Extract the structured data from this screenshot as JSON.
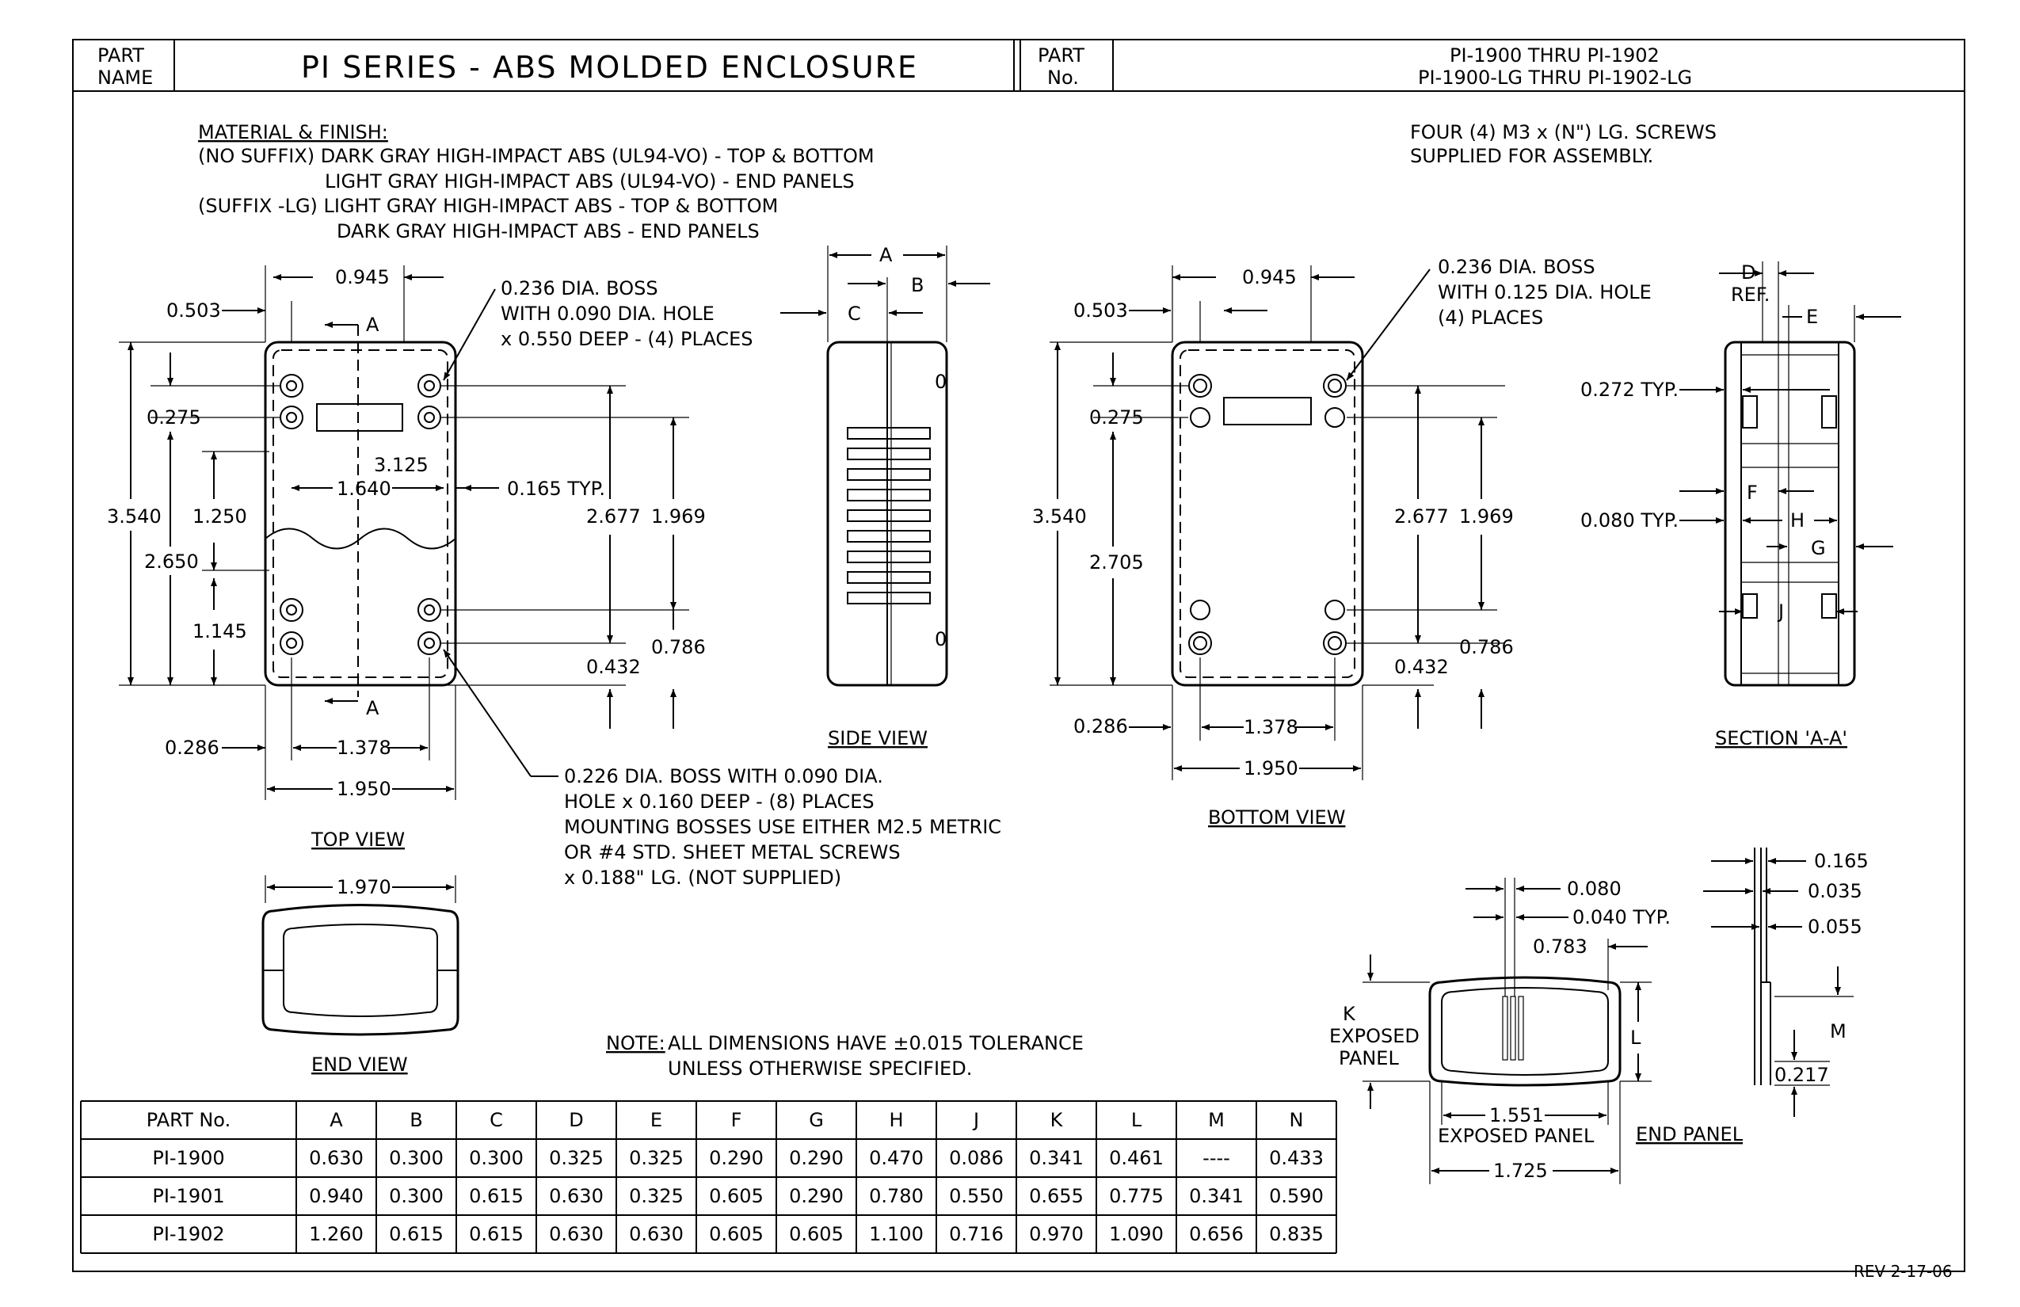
{
  "title_block": {
    "part_name_label": "PART NAME",
    "part_name": "PI SERIES - ABS MOLDED ENCLOSURE",
    "part_no_label": "PART No.",
    "part_no_line1": "PI-1900  THRU  PI-1902",
    "part_no_line2": "PI-1900-LG  THRU  PI-1902-LG"
  },
  "material": {
    "heading": "MATERIAL & FINISH:",
    "line1": "(NO SUFFIX) DARK GRAY HIGH-IMPACT ABS (UL94-VO) - TOP & BOTTOM",
    "line2": "LIGHT GRAY HIGH-IMPACT ABS (UL94-VO) - END PANELS",
    "line3": "(SUFFIX -LG) LIGHT GRAY HIGH-IMPACT ABS - TOP & BOTTOM",
    "line4": "DARK GRAY HIGH-IMPACT ABS - END PANELS"
  },
  "screws_note": {
    "line1": "FOUR (4) M3 x (N\") LG. SCREWS",
    "line2": "SUPPLIED FOR ASSEMBLY."
  },
  "top_view": {
    "caption": "TOP VIEW",
    "callout_boss_1": "0.236 DIA. BOSS",
    "callout_boss_2": "WITH 0.090 DIA. HOLE",
    "callout_boss_3": "x 0.550 DEEP - (4) PLACES",
    "dims": {
      "d0945": "0.945",
      "d0503": "0.503",
      "d0275": "0.275",
      "d3540": "3.540",
      "d1250": "1.250",
      "d2650": "2.650",
      "d1145": "1.145",
      "d3125": "3.125",
      "d1640": "1.640",
      "d0165": "0.165 TYP.",
      "d2677": "2.677",
      "d1969": "1.969",
      "d0786": "0.786",
      "d0432": "0.432",
      "d0286": "0.286",
      "d1378": "1.378",
      "d1950": "1.950",
      "secA": "A"
    }
  },
  "mount_note": {
    "line1": "0.226 DIA. BOSS WITH 0.090 DIA.",
    "line2": "HOLE x 0.160 DEEP - (8) PLACES",
    "line3": "MOUNTING BOSSES USE EITHER M2.5 METRIC",
    "line4": "OR #4 STD. SHEET METAL SCREWS",
    "line5": "x 0.188\" LG.  (NOT SUPPLIED)"
  },
  "side_view": {
    "caption": "SIDE VIEW",
    "dim_a": "A",
    "dim_b": "B",
    "dim_c": "C"
  },
  "end_view": {
    "caption": "END VIEW",
    "d1970": "1.970"
  },
  "bottom_view": {
    "caption": "BOTTOM VIEW",
    "callout_1": "0.236 DIA. BOSS",
    "callout_2": "WITH 0.125 DIA. HOLE",
    "callout_3": "(4) PLACES",
    "dims": {
      "d0945": "0.945",
      "d0503": "0.503",
      "d0275": "0.275",
      "d3540": "3.540",
      "d2705": "2.705",
      "d2677": "2.677",
      "d1969": "1.969",
      "d0786": "0.786",
      "d0432": "0.432",
      "d0286": "0.286",
      "d1378": "1.378",
      "d1950": "1.950"
    }
  },
  "section_view": {
    "caption": "SECTION 'A-A'",
    "d_ref": "D",
    "ref": "REF.",
    "e": "E",
    "f": "F",
    "g": "G",
    "h": "H",
    "j": "J",
    "d0272": "0.272 TYP.",
    "d0080": "0.080 TYP."
  },
  "end_panel": {
    "caption": "END PANEL",
    "d0080": "0.080",
    "d0040": "0.040 TYP.",
    "d0783": "0.783",
    "k1": "K",
    "k2": "EXPOSED",
    "k3": "PANEL",
    "l": "L",
    "d1551": "1.551",
    "exposed": "EXPOSED PANEL",
    "d1725": "1.725",
    "d0165": "0.165",
    "d0035": "0.035",
    "d0055": "0.055",
    "m": "M",
    "d0217": "0.217"
  },
  "note": {
    "label": "NOTE:",
    "line1": "ALL DIMENSIONS HAVE ±0.015 TOLERANCE",
    "line2": "UNLESS OTHERWISE SPECIFIED."
  },
  "table": {
    "headers": [
      "PART No.",
      "A",
      "B",
      "C",
      "D",
      "E",
      "F",
      "G",
      "H",
      "J",
      "K",
      "L",
      "M",
      "N"
    ],
    "rows": [
      [
        "PI-1900",
        "0.630",
        "0.300",
        "0.300",
        "0.325",
        "0.325",
        "0.290",
        "0.290",
        "0.470",
        "0.086",
        "0.341",
        "0.461",
        "----",
        "0.433"
      ],
      [
        "PI-1901",
        "0.940",
        "0.300",
        "0.615",
        "0.630",
        "0.325",
        "0.605",
        "0.290",
        "0.780",
        "0.550",
        "0.655",
        "0.775",
        "0.341",
        "0.590"
      ],
      [
        "PI-1902",
        "1.260",
        "0.615",
        "0.615",
        "0.630",
        "0.630",
        "0.605",
        "0.605",
        "1.100",
        "0.716",
        "0.970",
        "1.090",
        "0.656",
        "0.835"
      ]
    ]
  },
  "revision": "REV 2-17-06"
}
